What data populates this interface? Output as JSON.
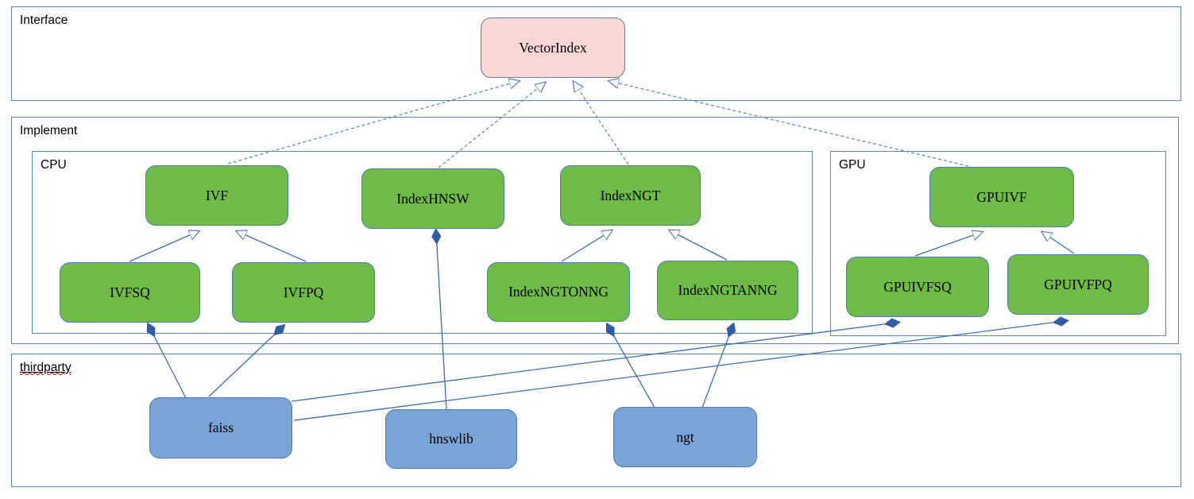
{
  "diagram": {
    "containers": {
      "interface": {
        "label": "Interface"
      },
      "implement": {
        "label": "Implement"
      },
      "cpu": {
        "label": "CPU"
      },
      "gpu": {
        "label": "GPU"
      },
      "thirdparty": {
        "label": "thirdparty"
      }
    },
    "nodes": {
      "vectorindex": {
        "label": "VectorIndex",
        "fill": "pink",
        "group": "interface"
      },
      "ivf": {
        "label": "IVF",
        "fill": "green",
        "group": "cpu"
      },
      "indexhnsw": {
        "label": "IndexHNSW",
        "fill": "green",
        "group": "cpu"
      },
      "indexngt": {
        "label": "IndexNGT",
        "fill": "green",
        "group": "cpu"
      },
      "gpuivf": {
        "label": "GPUIVF",
        "fill": "green",
        "group": "gpu"
      },
      "ivfsq": {
        "label": "IVFSQ",
        "fill": "green",
        "group": "cpu"
      },
      "ivfpq": {
        "label": "IVFPQ",
        "fill": "green",
        "group": "cpu"
      },
      "indexngtonng": {
        "label": "IndexNGTONNG",
        "fill": "green",
        "group": "cpu"
      },
      "indexngtanng": {
        "label": "IndexNGTANNG",
        "fill": "green",
        "group": "cpu"
      },
      "gpuivfsq": {
        "label": "GPUIVFSQ",
        "fill": "green",
        "group": "gpu"
      },
      "gpuivfpq": {
        "label": "GPUIVFPQ",
        "fill": "green",
        "group": "gpu"
      },
      "faiss": {
        "label": "faiss",
        "fill": "blue",
        "group": "thirdparty"
      },
      "hnswlib": {
        "label": "hnswlib",
        "fill": "blue",
        "group": "thirdparty"
      },
      "ngt": {
        "label": "ngt",
        "fill": "blue",
        "group": "thirdparty"
      }
    },
    "edges": [
      {
        "from": "ivf",
        "to": "vectorindex",
        "type": "realization-dashed-hollow-arrow"
      },
      {
        "from": "indexhnsw",
        "to": "vectorindex",
        "type": "realization-dashed-hollow-arrow"
      },
      {
        "from": "indexngt",
        "to": "vectorindex",
        "type": "realization-dashed-hollow-arrow"
      },
      {
        "from": "gpuivf",
        "to": "vectorindex",
        "type": "realization-dashed-hollow-arrow"
      },
      {
        "from": "ivfsq",
        "to": "ivf",
        "type": "generalization-hollow-arrow"
      },
      {
        "from": "ivfpq",
        "to": "ivf",
        "type": "generalization-hollow-arrow"
      },
      {
        "from": "indexngtonng",
        "to": "indexngt",
        "type": "generalization-hollow-arrow"
      },
      {
        "from": "indexngtanng",
        "to": "indexngt",
        "type": "generalization-hollow-arrow"
      },
      {
        "from": "gpuivfsq",
        "to": "gpuivf",
        "type": "generalization-hollow-arrow"
      },
      {
        "from": "gpuivfpq",
        "to": "gpuivf",
        "type": "generalization-hollow-arrow"
      },
      {
        "from": "faiss",
        "to": "ivfsq",
        "type": "composition-filled-diamond"
      },
      {
        "from": "faiss",
        "to": "ivfpq",
        "type": "composition-filled-diamond"
      },
      {
        "from": "faiss",
        "to": "gpuivfsq",
        "type": "composition-filled-diamond"
      },
      {
        "from": "faiss",
        "to": "gpuivfpq",
        "type": "composition-filled-diamond"
      },
      {
        "from": "hnswlib",
        "to": "indexhnsw",
        "type": "composition-filled-diamond"
      },
      {
        "from": "ngt",
        "to": "indexngtonng",
        "type": "composition-filled-diamond"
      },
      {
        "from": "ngt",
        "to": "indexngtanng",
        "type": "composition-filled-diamond"
      }
    ],
    "colors": {
      "node_green": "#6ebc47",
      "node_blue": "#7aa4d6",
      "node_pink": "#f8d7d3",
      "node_border": "#4f7bb5",
      "edge_solid": "#3e6cb0",
      "edge_dashed": "#6488c8",
      "container_border": "#5b85ba",
      "spellcheck_underline": "#cc0000",
      "text": "#000000"
    }
  }
}
